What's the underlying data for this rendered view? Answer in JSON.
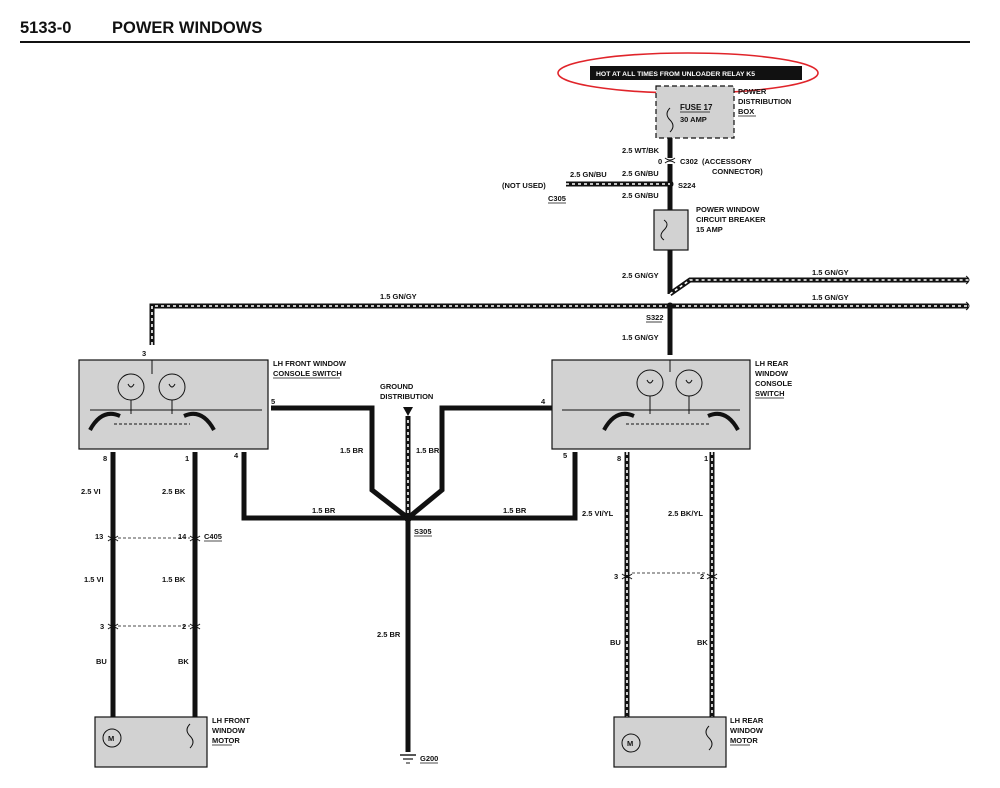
{
  "header": {
    "code": "5133-0",
    "title": "POWER WINDOWS"
  },
  "annotation": {
    "text": "HOT AT ALL TIMES FROM UNLOADER RELAY K5",
    "circle_color": "#e0242a"
  },
  "power_distribution": {
    "label_lines": [
      "POWER",
      "DISTRIBUTION",
      "BOX"
    ],
    "fuse": "FUSE 17",
    "fuse_rating": "30 AMP"
  },
  "connectors": {
    "c302": "C302",
    "c302_desc": [
      "(ACCESSORY",
      "CONNECTOR)"
    ],
    "c302_pin": "0",
    "c305": "C305",
    "not_used": "(NOT USED)",
    "c405": "C405"
  },
  "splices": {
    "s224": "S224",
    "s322": "S322",
    "s305": "S305"
  },
  "circuit_breaker": {
    "label_lines": [
      "POWER WINDOW",
      "CIRCUIT BREAKER"
    ],
    "rating": "15 AMP"
  },
  "wires": {
    "fuse_out": "2.5 WT/BK",
    "s224_in": "2.5 GN/BU",
    "s224_left": "2.5 GN/BU",
    "s224_out": "2.5 GN/BU",
    "cb_out": "2.5 GN/GY",
    "to_front_switch": "1.5 GN/GY",
    "right_a": "1.5 GN/GY",
    "right_b": "1.5 GN/GY",
    "to_rear_switch": "1.5 GN/GY",
    "front_pin5": "1.5 BR",
    "front_pin4": "1.5 BR",
    "rear_pin4": "1.5 BR",
    "rear_pin5": "1.5 BR",
    "ground": "2.5 BR",
    "front_vi_upper": "2.5 VI",
    "front_bk_upper": "2.5 BK",
    "front_vi_mid": "1.5 VI",
    "front_bk_mid": "1.5 BK",
    "front_vi_low": "BU",
    "front_bk_low": "BK",
    "rear_vi_upper": "2.5 VI/YL",
    "rear_bk_upper": "2.5 BK/YL",
    "rear_vi_low": "BU",
    "rear_bk_low": "BK"
  },
  "ground_dist": {
    "label_lines": [
      "GROUND",
      "DISTRIBUTION"
    ],
    "ground": "G200"
  },
  "front_switch": {
    "label_lines": [
      "LH FRONT WINDOW",
      "CONSOLE SWITCH"
    ],
    "pin_top": "3",
    "pin_right": "5",
    "pin_4": "4",
    "pin_8": "8",
    "pin_1": "1"
  },
  "rear_switch": {
    "label_lines": [
      "LH REAR",
      "WINDOW",
      "CONSOLE",
      "SWITCH"
    ],
    "pin_left": "4",
    "pin_5": "5",
    "pin_8": "8",
    "pin_1": "1"
  },
  "front_pins": {
    "p13": "13",
    "p14": "14",
    "p3": "3",
    "p2": "2"
  },
  "rear_pins": {
    "p3": "3",
    "p2": "2"
  },
  "front_motor": {
    "label_lines": [
      "LH FRONT",
      "WINDOW",
      "MOTOR"
    ],
    "symbol": "M"
  },
  "rear_motor": {
    "label_lines": [
      "LH REAR",
      "WINDOW",
      "MOTOR"
    ],
    "symbol": "M"
  }
}
